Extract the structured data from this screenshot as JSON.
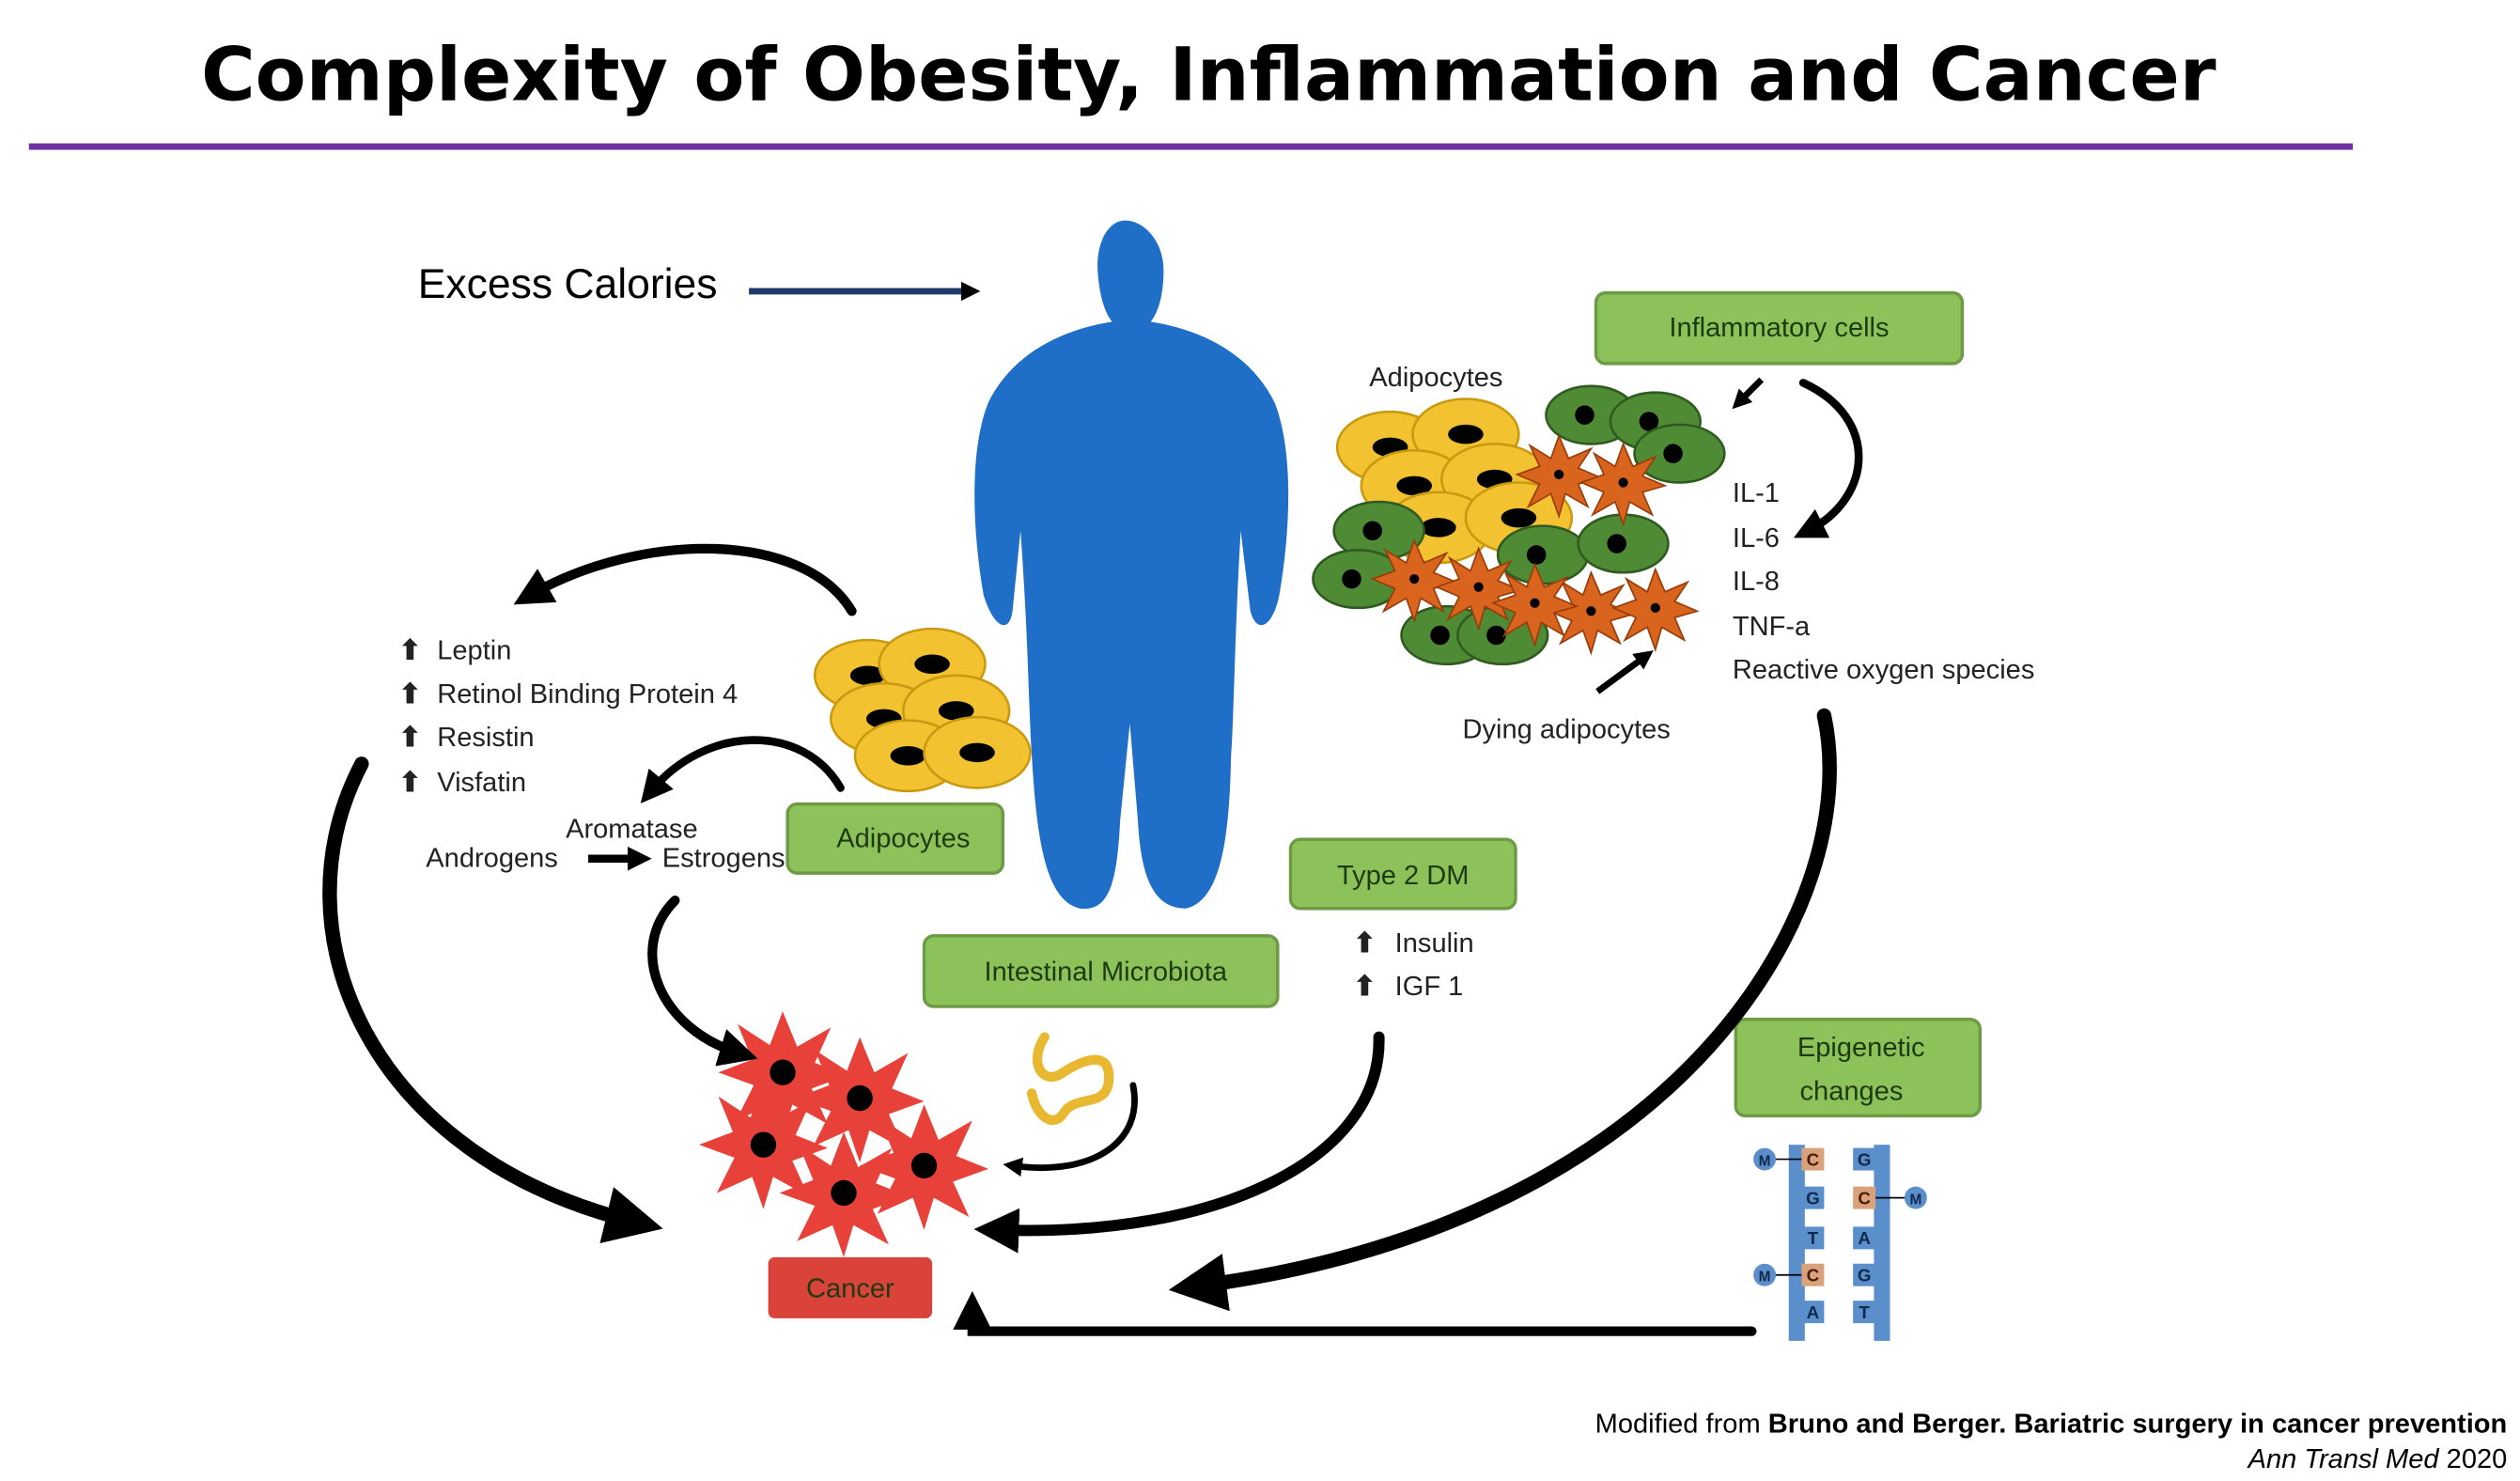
{
  "title": "Complexity of Obesity, Inflammation and Cancer",
  "excess_calories": "Excess Calories",
  "boxes": {
    "inflammatory_cells": "Inflammatory cells",
    "adipocytes": "Adipocytes",
    "type2dm": "Type 2 DM",
    "microbiota": "Intestinal Microbiota",
    "epigenetic_1": "Epigenetic",
    "epigenetic_2": "changes",
    "cancer": "Cancer"
  },
  "labels": {
    "adipocytes": "Adipocytes",
    "dying_adipocytes": "Dying adipocytes",
    "aromatase": "Aromatase",
    "androgens": "Androgens",
    "estrogens": "Estrogens"
  },
  "cytokines": [
    "IL-1",
    "IL-6",
    "IL-8",
    "TNF-a",
    "Reactive oxygen species"
  ],
  "adipokines": [
    "Leptin",
    "Retinol Binding Protein 4",
    "Resistin",
    "Visfatin"
  ],
  "metabolic": [
    "Insulin",
    "IGF 1"
  ],
  "dna": {
    "left": [
      "C",
      "G",
      "T",
      "C",
      "A"
    ],
    "right": [
      "G",
      "C",
      "A",
      "G",
      "T"
    ],
    "methyl": "M"
  },
  "citation": {
    "prefix": "Modified from",
    "source": "Bruno and Berger. Bariatric surgery in cancer prevention",
    "journal": "Ann Transl Med",
    "year": "2020"
  },
  "colors": {
    "accent_line": "#7030a0",
    "body": "#1f6fc8",
    "box_green": "#8dc15a",
    "cancer_red": "#d9433a",
    "fat_yellow": "#f2c230",
    "inflam_green": "#4f8a35",
    "dying_orange": "#d9641e"
  }
}
